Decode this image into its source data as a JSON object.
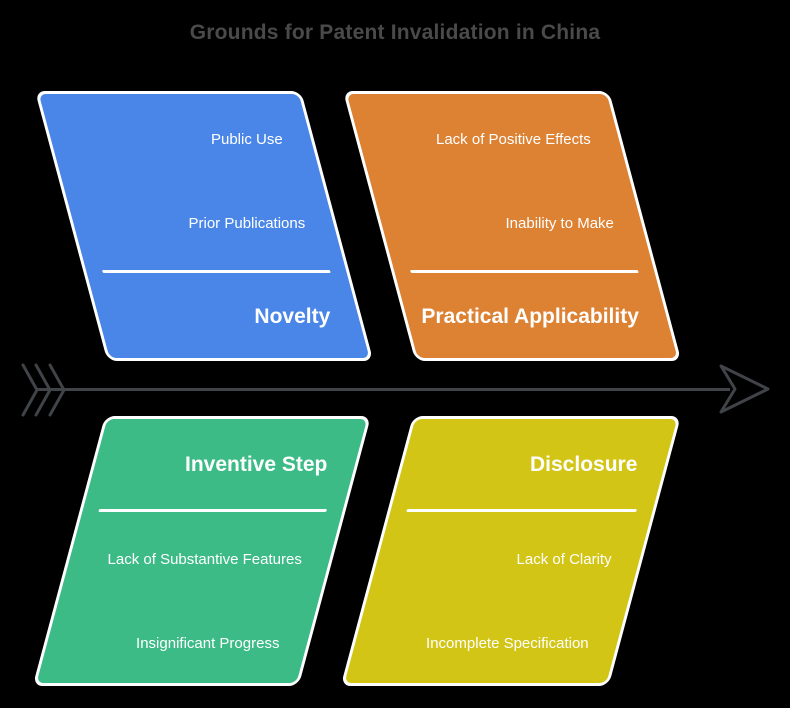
{
  "title": "Grounds for Patent Invalidation in China",
  "colors": {
    "background": "#000000",
    "title_text": "#4a4a4a",
    "shape_text": "#ffffff",
    "arrow": "#404347"
  },
  "quadrants": [
    {
      "id": "novelty",
      "position": "top-left",
      "color": "#4a86e8",
      "title": "Novelty",
      "items": [
        "Public Use",
        "Prior Publications"
      ]
    },
    {
      "id": "practical-applicability",
      "position": "top-right",
      "color": "#dd8133",
      "title": "Practical Applicability",
      "items": [
        "Lack of Positive Effects",
        "Inability to Make"
      ]
    },
    {
      "id": "inventive-step",
      "position": "bottom-left",
      "color": "#3cbb87",
      "title": "Inventive Step",
      "items": [
        "Lack of Substantive Features",
        "Insignificant Progress"
      ]
    },
    {
      "id": "disclosure",
      "position": "bottom-right",
      "color": "#d3c516",
      "title": "Disclosure",
      "items": [
        "Lack of Clarity",
        "Incomplete Specification"
      ]
    }
  ]
}
